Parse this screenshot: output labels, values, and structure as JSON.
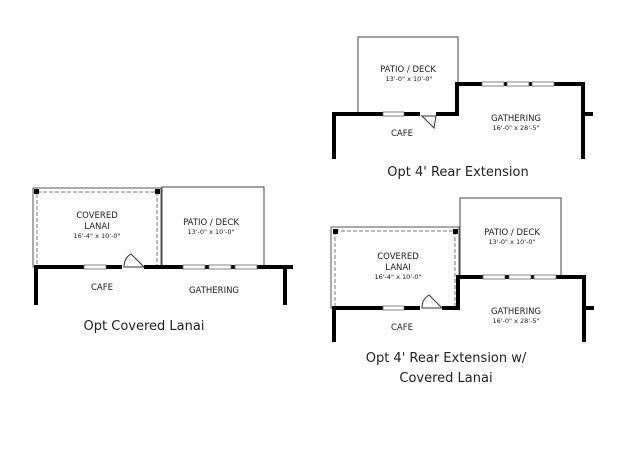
{
  "plans": {
    "rear_ext": {
      "caption": "Opt 4' Rear Extension",
      "patio": {
        "name": "PATIO / DECK",
        "dim": "13'-0\" x 10'-0\""
      },
      "cafe": {
        "name": "CAFE"
      },
      "gathering": {
        "name": "GATHERING",
        "dim": "16'-0\" x 28'-5\""
      }
    },
    "covered_lanai": {
      "caption": "Opt Covered Lanai",
      "lanai": {
        "name_line1": "COVERED",
        "name_line2": "LANAI",
        "dim": "16'-4\" x 10'-0\""
      },
      "patio": {
        "name": "PATIO / DECK",
        "dim": "13'-0\" x 10'-0\""
      },
      "cafe": {
        "name": "CAFE"
      },
      "gathering": {
        "name": "GATHERING"
      }
    },
    "rear_ext_lanai": {
      "caption_line1": "Opt 4' Rear Extension w/",
      "caption_line2": "Covered Lanai",
      "lanai": {
        "name_line1": "COVERED",
        "name_line2": "LANAI",
        "dim": "16'-4\" x 10'-0\""
      },
      "patio": {
        "name": "PATIO / DECK",
        "dim": "13'-0\" x 10'-0\""
      },
      "cafe": {
        "name": "CAFE"
      },
      "gathering": {
        "name": "GATHERING",
        "dim": "16'-0\" x 28'-5\""
      }
    }
  }
}
